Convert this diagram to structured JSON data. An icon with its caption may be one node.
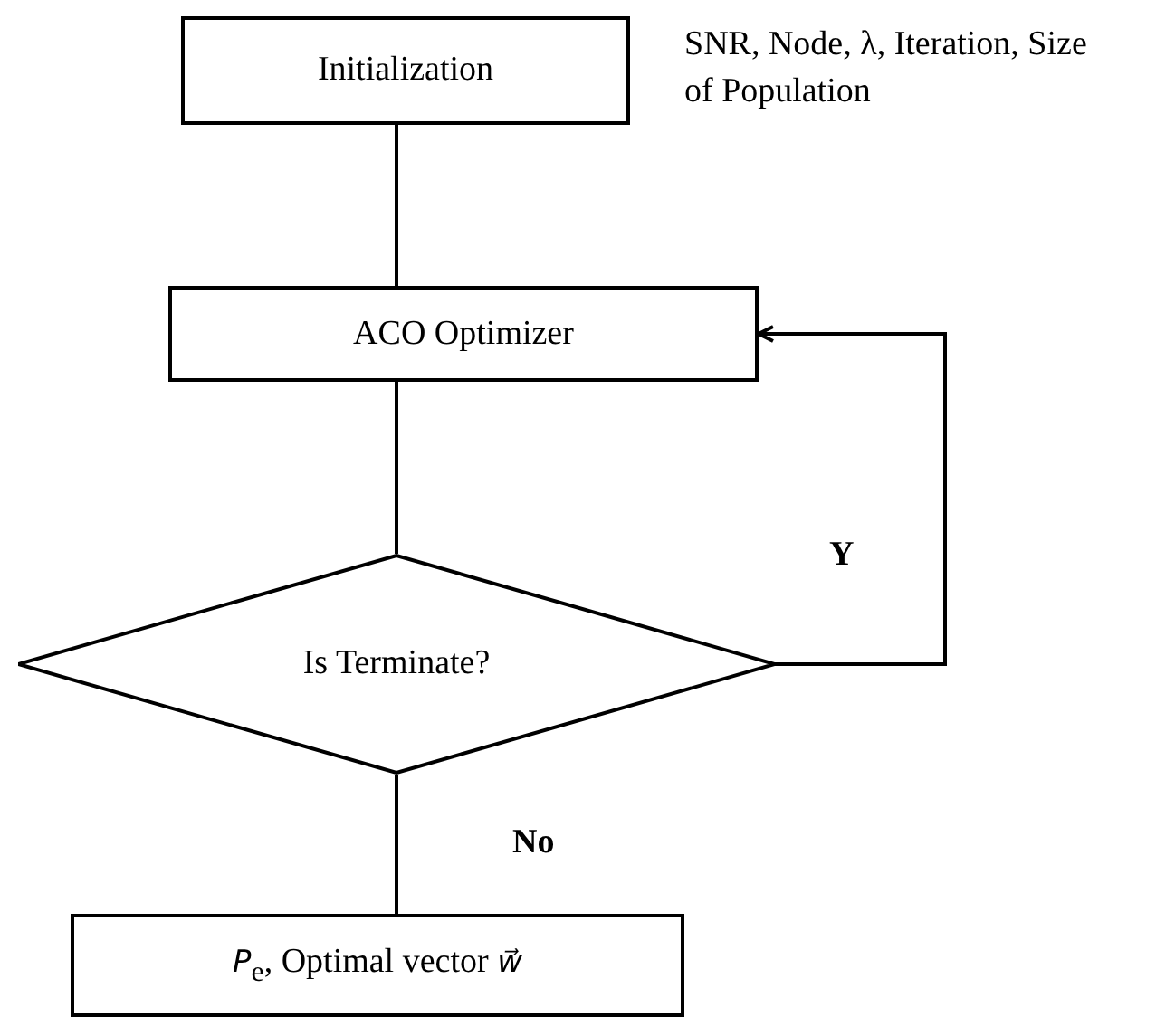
{
  "diagram": {
    "nodes": [
      {
        "text": [
          "Initialization"
        ],
        "beside": [
          "SNR, Node, λ, Iteration, Size of Population"
        ]
      },
      {
        "text": [
          "ACO Optimizer"
        ]
      },
      {
        "text": [
          "Is Terminate?"
        ]
      },
      {
        "text": [
          "*P*$_{e}$, Optimal vector *w⃗*"
        ]
      }
    ],
    "edges": [
      {
        "from": 0,
        "to": 1,
        "arrow": "none"
      },
      {
        "from": 1,
        "to": 2,
        "arrow": "none"
      },
      {
        "from": 2,
        "to": 1,
        "arrow": "to",
        "label": "Y"
      },
      {
        "from": 2,
        "to": 3,
        "arrow": "none",
        "label": "No"
      }
    ]
  }
}
